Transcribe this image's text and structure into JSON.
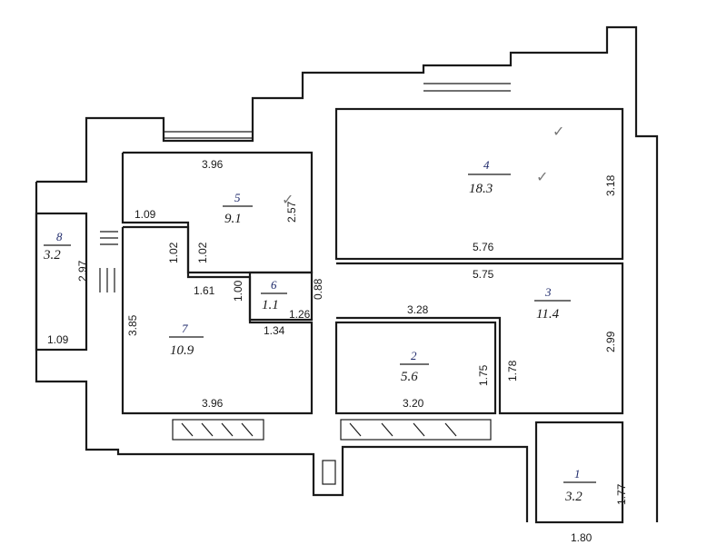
{
  "rooms": [
    {
      "id": "room-8",
      "number": "8",
      "area": "3.2"
    },
    {
      "id": "room-5",
      "number": "5",
      "area": "9.1"
    },
    {
      "id": "room-4",
      "number": "4",
      "area": "18.3"
    },
    {
      "id": "room-6",
      "number": "6",
      "area": "1.1"
    },
    {
      "id": "room-7",
      "number": "7",
      "area": "10.9"
    },
    {
      "id": "room-3",
      "number": "3",
      "area": "11.4"
    },
    {
      "id": "room-2",
      "number": "2",
      "area": "5.6"
    },
    {
      "id": "room-1",
      "number": "1",
      "area": "3.2"
    }
  ],
  "dimensions": {
    "room5_top": "3.96",
    "room5_right": "2.57",
    "room5_inner_top": "1.09",
    "room5_step_a": "1.02",
    "room5_step_b": "1.02",
    "room4_right": "3.18",
    "room4_bottom": "5.76",
    "room3_top": "5.75",
    "room3_right": "2.99",
    "room3_inner": "1.78",
    "room2_top": "3.28",
    "room2_right": "1.75",
    "room2_bottom": "3.20",
    "room6_top": "1.61",
    "room6_left": "1.00",
    "room6_right": "0.88",
    "room6_bottom": "1.26",
    "room7_left": "3.85",
    "room7_top_right": "1.34",
    "room7_bottom": "3.96",
    "room8_right": "2.97",
    "room8_bottom": "1.09",
    "room1_right": "1.77",
    "room1_bottom": "1.80"
  },
  "marks": [
    "✓",
    "✓",
    "✓"
  ]
}
